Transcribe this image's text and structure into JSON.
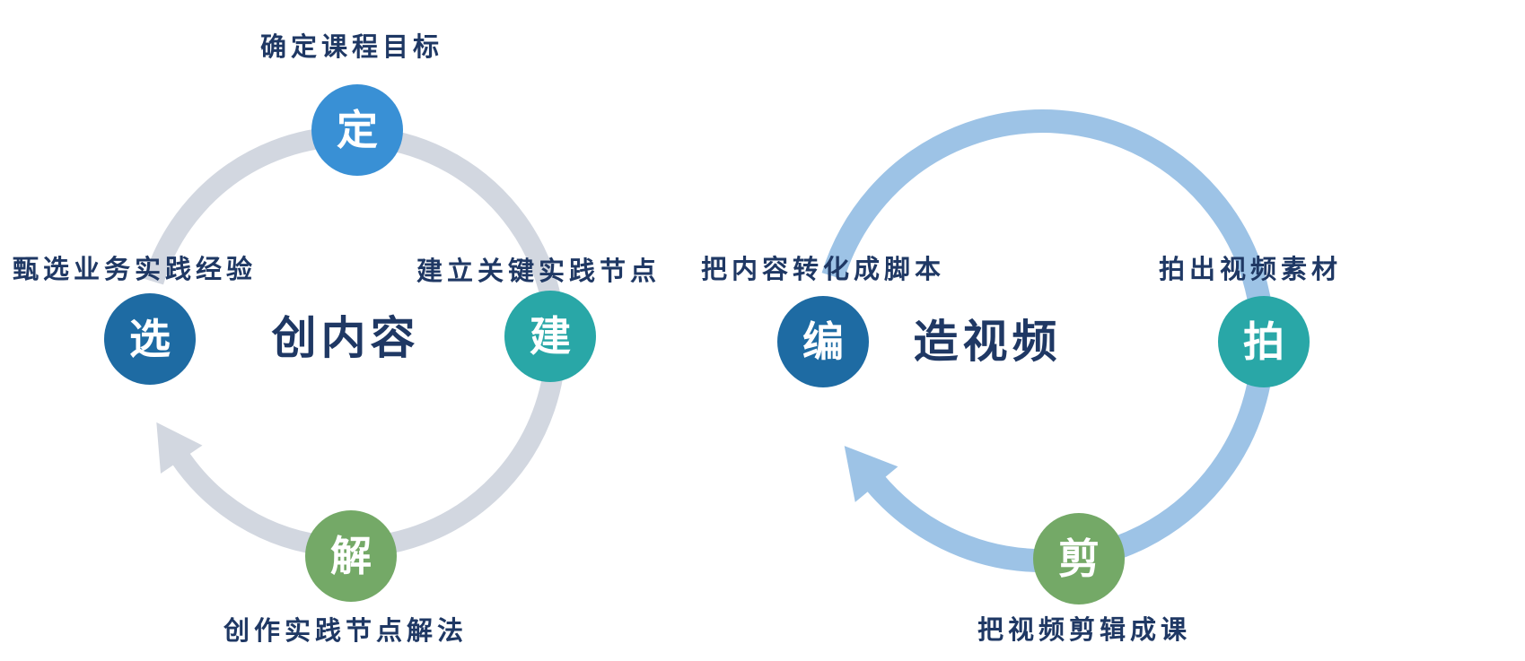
{
  "background_color": "#ffffff",
  "text_color": "#1f3864",
  "diagrams": [
    {
      "title": "创内容",
      "ring_color": "#d2d7e0",
      "arrow_direction": "clockwise",
      "nodes": [
        {
          "char": "定",
          "label": "确定课程目标",
          "color": "#3990d5",
          "position": "top"
        },
        {
          "char": "选",
          "label": "甄选业务实践经验",
          "color": "#1e6ba3",
          "position": "left"
        },
        {
          "char": "建",
          "label": "建立关键实践节点",
          "color": "#29a7a7",
          "position": "right"
        },
        {
          "char": "解",
          "label": "创作实践节点解法",
          "color": "#74a967",
          "position": "bottom"
        }
      ]
    },
    {
      "title": "造视频",
      "ring_color": "#9dc3e6",
      "arrow_direction": "clockwise",
      "nodes": [
        {
          "char": "编",
          "label": "把内容转化成脚本",
          "color": "#1e6ba3",
          "position": "left"
        },
        {
          "char": "拍",
          "label": "拍出视频素材",
          "color": "#29a7a7",
          "position": "right"
        },
        {
          "char": "剪",
          "label": "把视频剪辑成课",
          "color": "#74a967",
          "position": "bottom"
        }
      ]
    }
  ]
}
